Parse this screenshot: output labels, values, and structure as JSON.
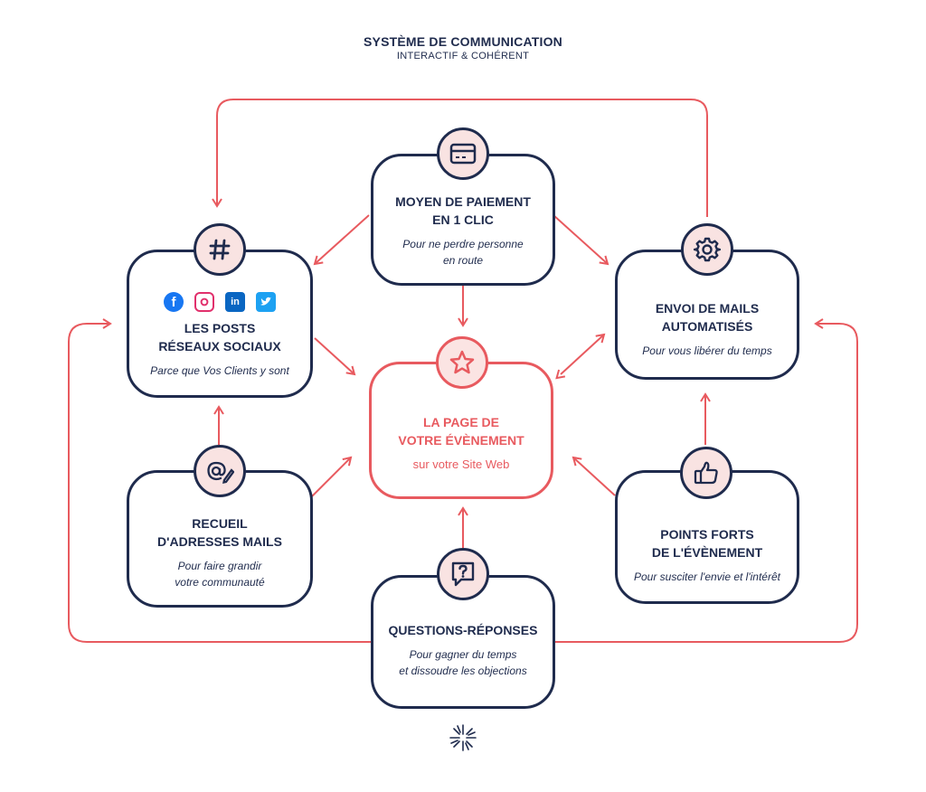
{
  "header": {
    "title": "SYSTÈME DE COMMUNICATION",
    "subtitle": "INTERACTIF & COHÉRENT"
  },
  "nodes": {
    "paiement": {
      "title_line1": "MOYEN DE PAIEMENT",
      "title_line2": "EN 1 CLIC",
      "desc_line1": "Pour ne perdre personne",
      "desc_line2": "en route",
      "icon": "credit-card-icon"
    },
    "posts": {
      "title_line1": "LES POSTS",
      "title_line2": "RÉSEAUX SOCIAUX",
      "desc_line1": "Parce que Vos Clients y sont",
      "icon": "hashtag-icon",
      "social_icons": [
        "facebook-icon",
        "instagram-icon",
        "linkedin-icon",
        "twitter-icon"
      ]
    },
    "mails": {
      "title_line1": "ENVOI DE MAILS",
      "title_line2": "AUTOMATISÉS",
      "desc_line1": "Pour vous libérer du temps",
      "icon": "gear-icon"
    },
    "page": {
      "title_line1": "LA PAGE DE",
      "title_line2": "VOTRE ÉVÈNEMENT",
      "desc_line1": "sur votre Site Web",
      "icon": "star-icon"
    },
    "recueil": {
      "title_line1": "RECUEIL",
      "title_line2": "D'ADRESSES MAILS",
      "desc_line1": "Pour faire grandir",
      "desc_line2": "votre communauté",
      "icon": "at-sign-pen-icon"
    },
    "points": {
      "title_line1": "POINTS FORTS",
      "title_line2": "DE L'ÉVÈNEMENT",
      "desc_line1": "Pour susciter l'envie et l'intérêt",
      "icon": "thumbs-up-icon"
    },
    "questions": {
      "title_line1": "QUESTIONS-RÉPONSES",
      "desc_line1": "Pour gagner du temps",
      "desc_line2": "et dissoudre les objections",
      "icon": "question-bubble-icon"
    }
  },
  "colors": {
    "navy": "#1f2b4d",
    "accent": "#e85a5f",
    "badge_fill": "#f9e3e2"
  }
}
